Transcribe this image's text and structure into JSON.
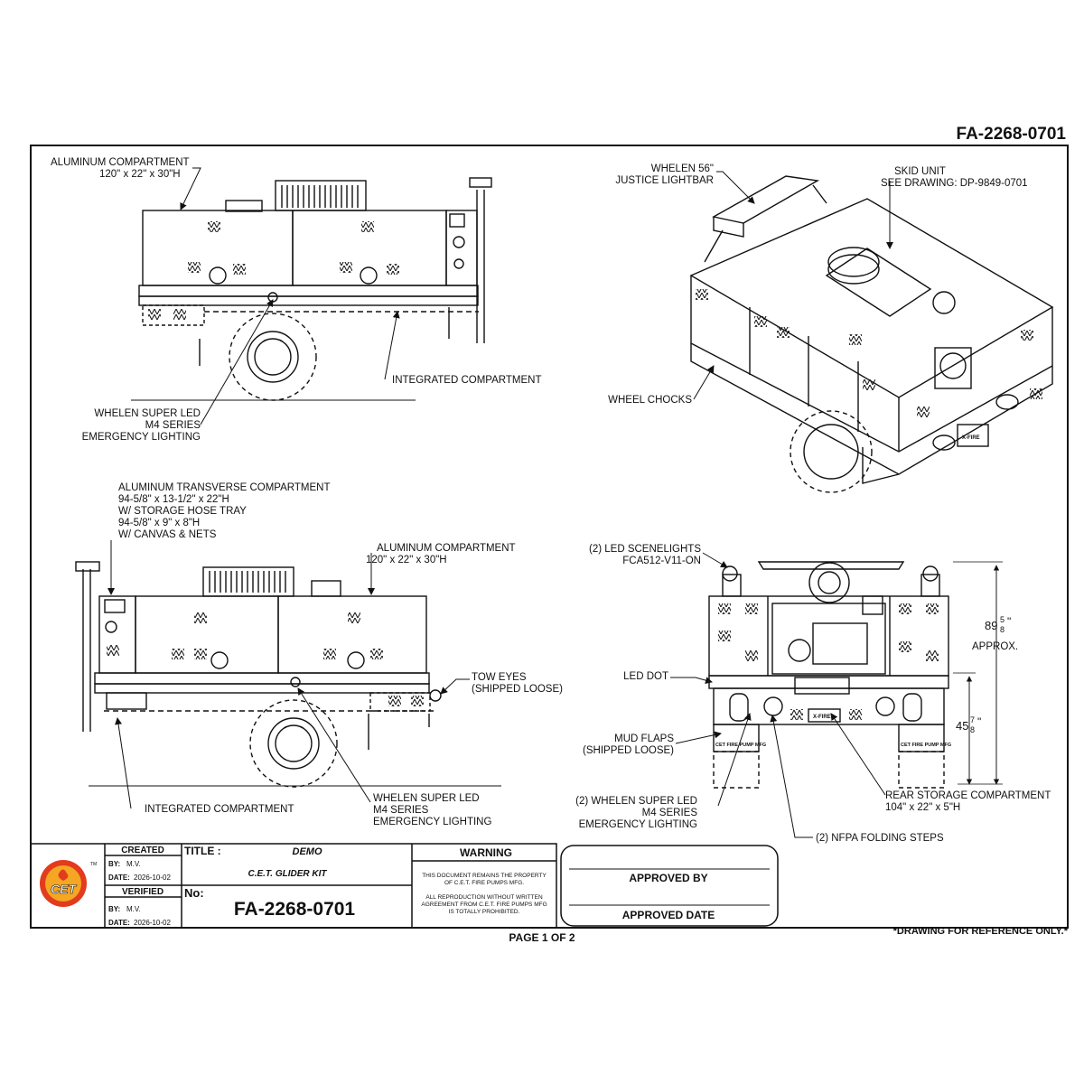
{
  "drawing_number": "FA-2268-0701",
  "page_indicator": "PAGE 1 OF 2",
  "reference_note": "*DRAWING FOR REFERENCE ONLY.*",
  "labels": {
    "side_top_compartment": [
      "ALUMINUM COMPARTMENT",
      "120\" x 22\" x 30\"H"
    ],
    "side_top_integrated": [
      "INTEGRATED COMPARTMENT"
    ],
    "side_top_lighting": [
      "WHELEN SUPER LED",
      "M4 SERIES",
      "EMERGENCY LIGHTING"
    ],
    "iso_lightbar": [
      "WHELEN 56\"",
      "JUSTICE LIGHTBAR"
    ],
    "iso_skid": [
      "SKID UNIT",
      "SEE DRAWING: DP-9849-0701"
    ],
    "iso_chocks": [
      "WHEEL CHOCKS"
    ],
    "side_bottom_transverse": [
      "ALUMINUM TRANSVERSE COMPARTMENT",
      "94-5/8\" x 13-1/2\" x 22\"H",
      "W/ STORAGE HOSE TRAY",
      "94-5/8\" x 9\" x 8\"H",
      "W/ CANVAS & NETS"
    ],
    "side_bottom_compartment": [
      "ALUMINUM COMPARTMENT",
      "120\" x 22\" x 30\"H"
    ],
    "side_bottom_tow": [
      "TOW EYES",
      "(SHIPPED LOOSE)"
    ],
    "side_bottom_integrated": [
      "INTEGRATED COMPARTMENT"
    ],
    "side_bottom_lighting": [
      "WHELEN SUPER LED",
      "M4 SERIES",
      "EMERGENCY LIGHTING"
    ],
    "rear_scenelights": [
      "(2) LED SCENELIGHTS",
      "FCA512-V11-ON"
    ],
    "rear_led_dot": [
      "LED DOT"
    ],
    "rear_mud_flaps": [
      "MUD FLAPS",
      "(SHIPPED LOOSE)"
    ],
    "rear_lighting": [
      "(2) WHELEN SUPER LED",
      "M4 SERIES",
      "EMERGENCY LIGHTING"
    ],
    "rear_steps": [
      "(2) NFPA FOLDING STEPS"
    ],
    "rear_storage": [
      "REAR STORAGE COMPARTMENT",
      "104\" x 22\" x 5\"H"
    ],
    "rear_height": [
      "89",
      "5",
      "8",
      "\""
    ],
    "rear_height_note": "APPROX.",
    "rear_height_low": [
      "45",
      "7",
      "8",
      "\""
    ],
    "mudflap_brand": "CET FIRE PUMP MFG",
    "skid_brand": "X-FIRE"
  },
  "title_block": {
    "logo_text": "CET",
    "logo_tm": "TM",
    "created_label": "CREATED",
    "created_by_label": "BY:",
    "created_by": "M.V.",
    "created_date_label": "DATE:",
    "created_date": "2026-10-02",
    "verified_label": "VERIFIED",
    "verified_by_label": "BY:",
    "verified_by": "M.V.",
    "verified_date_label": "DATE:",
    "verified_date": "2026-10-02",
    "title_label": "TITLE :",
    "title_line1": "DEMO",
    "title_line2": "C.E.T. GLIDER KIT",
    "number_label": "No:",
    "number": "FA-2268-0701",
    "warning_title": "WARNING",
    "warning_lines": [
      "THIS DOCUMENT REMAINS THE PROPERTY",
      "OF C.E.T. FIRE PUMPS MFG.",
      "",
      "ALL REPRODUCTION WITHOUT WRITTEN",
      "AGREEMENT FROM C.E.T. FIRE PUMPS MFG",
      "IS TOTALLY PROHIBITED."
    ],
    "approved_by_label": "APPROVED BY",
    "approved_date_label": "APPROVED DATE"
  },
  "colors": {
    "line": "#111111",
    "logo_outer": "#e23b1e",
    "logo_inner": "#f5a623",
    "logo_text": "#ffffff"
  }
}
